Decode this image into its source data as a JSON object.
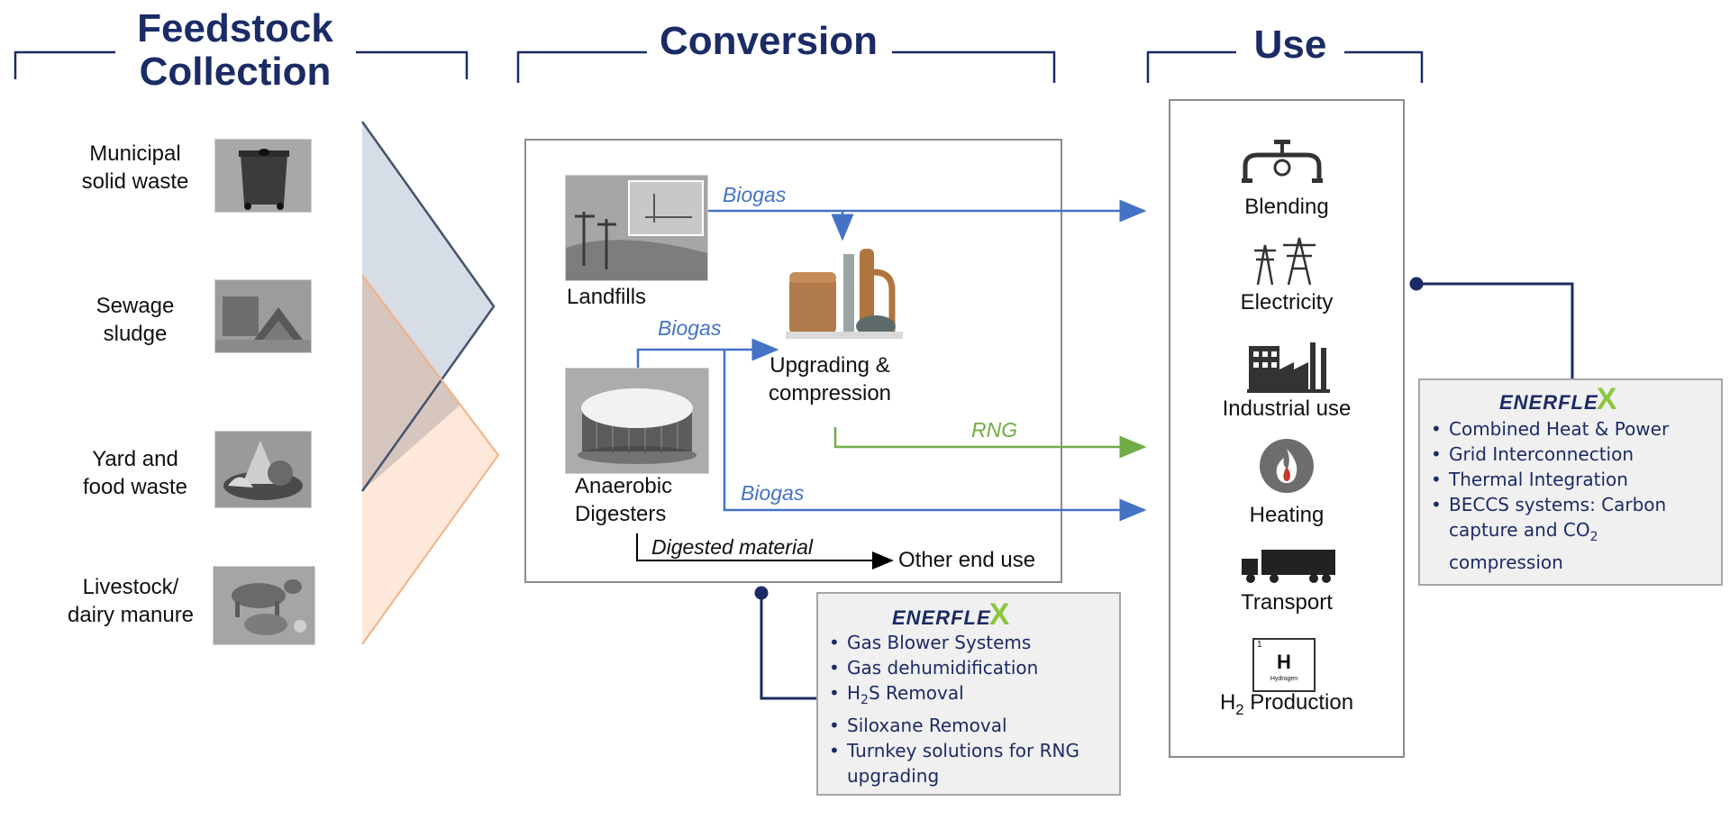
{
  "sections": {
    "feedstock_title": "Feedstock Collection",
    "conversion_title": "Conversion",
    "use_title": "Use"
  },
  "feedstock": [
    {
      "label_line1": "Municipal",
      "label_line2": "solid waste",
      "icon": "waste-bin-icon"
    },
    {
      "label_line1": "Sewage",
      "label_line2": "sludge",
      "icon": "sludge-icon"
    },
    {
      "label_line1": "Yard and",
      "label_line2": "food waste",
      "icon": "food-waste-icon"
    },
    {
      "label_line1": "Livestock/",
      "label_line2": "dairy manure",
      "icon": "livestock-icon"
    }
  ],
  "conversion": {
    "landfills": "Landfills",
    "upgrading_line1": "Upgrading &",
    "upgrading_line2": "compression",
    "digesters_line1": "Anaerobic",
    "digesters_line2": "Digesters",
    "biogas_1": "Biogas",
    "biogas_2": "Biogas",
    "biogas_3": "Biogas",
    "rng": "RNG",
    "digested_material": "Digested material",
    "other_end_use": "Other end use"
  },
  "use": [
    {
      "label": "Blending",
      "icon": "pipeline-icon"
    },
    {
      "label": "Electricity",
      "icon": "power-tower-icon"
    },
    {
      "label": "Industrial use",
      "icon": "factory-icon"
    },
    {
      "label": "Heating",
      "icon": "flame-icon"
    },
    {
      "label": "Transport",
      "icon": "truck-icon"
    },
    {
      "label_prefix": "H",
      "label_sub": "2",
      "label_suffix": " Production",
      "icon": "hydrogen-icon",
      "tile_number": "1",
      "tile_symbol": "H",
      "tile_name": "Hydrogen"
    }
  ],
  "enerflex_conversion": {
    "logo": "ENERFLE",
    "logo_x": "X",
    "items": [
      {
        "text": "Gas Blower Systems"
      },
      {
        "text": "Gas dehumidification"
      },
      {
        "prefix": "H",
        "sub": "2",
        "suffix": "S Removal"
      },
      {
        "text": "Siloxane Removal"
      },
      {
        "text": "Turnkey solutions for RNG upgrading"
      }
    ]
  },
  "enerflex_use": {
    "logo": "ENERFLE",
    "logo_x": "X",
    "items": [
      {
        "text": "Combined Heat & Power"
      },
      {
        "text": "Grid Interconnection"
      },
      {
        "text": "Thermal Integration"
      },
      {
        "prefix": "BECCS systems: Carbon capture and CO",
        "sub": "2",
        "suffix": " compression"
      }
    ]
  },
  "colors": {
    "title_navy": "#1a2b66",
    "biogas_blue": "#4472c4",
    "rng_green": "#70ad47",
    "connector_navy": "#1a2b66",
    "enerflex_green": "#8cc63f"
  }
}
